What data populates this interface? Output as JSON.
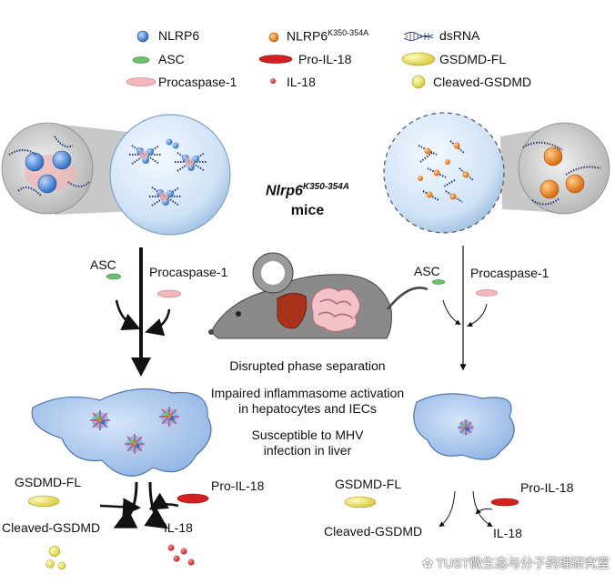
{
  "legend": {
    "nlrp6": "NLRP6",
    "nlrp6_mut_base": "NLRP6",
    "nlrp6_mut_sup": "K350-354A",
    "dsrna": "dsRNA",
    "asc": "ASC",
    "pro_il18": "Pro-IL-18",
    "gsdmd_fl": "GSDMD-FL",
    "procaspase1": "Procaspase-1",
    "il18": "IL-18",
    "cleaved_gsdmd": "Cleaved-GSDMD"
  },
  "title": {
    "gene": "Nlrp6",
    "sup": "K350-354A",
    "mice": "mice"
  },
  "left": {
    "asc": "ASC",
    "procaspase1": "Procaspase-1",
    "gsdmd_fl": "GSDMD-FL",
    "pro_il18": "Pro-IL-18",
    "cleaved_gsdmd": "Cleaved-GSDMD",
    "il18": "IL-18"
  },
  "right": {
    "asc": "ASC",
    "procaspase1": "Procaspase-1",
    "gsdmd_fl": "GSDMD-FL",
    "pro_il18": "Pro-IL-18",
    "cleaved_gsdmd": "Cleaved-GSDMD",
    "il18": "IL-18"
  },
  "center": {
    "line1": "Disrupted phase separation",
    "line2a": "Impaired inflammasome activation",
    "line2b": "in hepatocytes and IECs",
    "line3a": "Susceptible to MHV",
    "line3b": "infection in liver"
  },
  "watermark": "TUST微生态与分子药理研究室",
  "colors": {
    "nlrp6": "#3f7fd0",
    "nlrp6_mut": "#e8821e",
    "asc": "#6cc06a",
    "procaspase1": "#f0a8ae",
    "pro_il18": "#d42020",
    "il18": "#d83030",
    "gsdmd": "#e8e060",
    "cell": "#a9c6ec"
  }
}
